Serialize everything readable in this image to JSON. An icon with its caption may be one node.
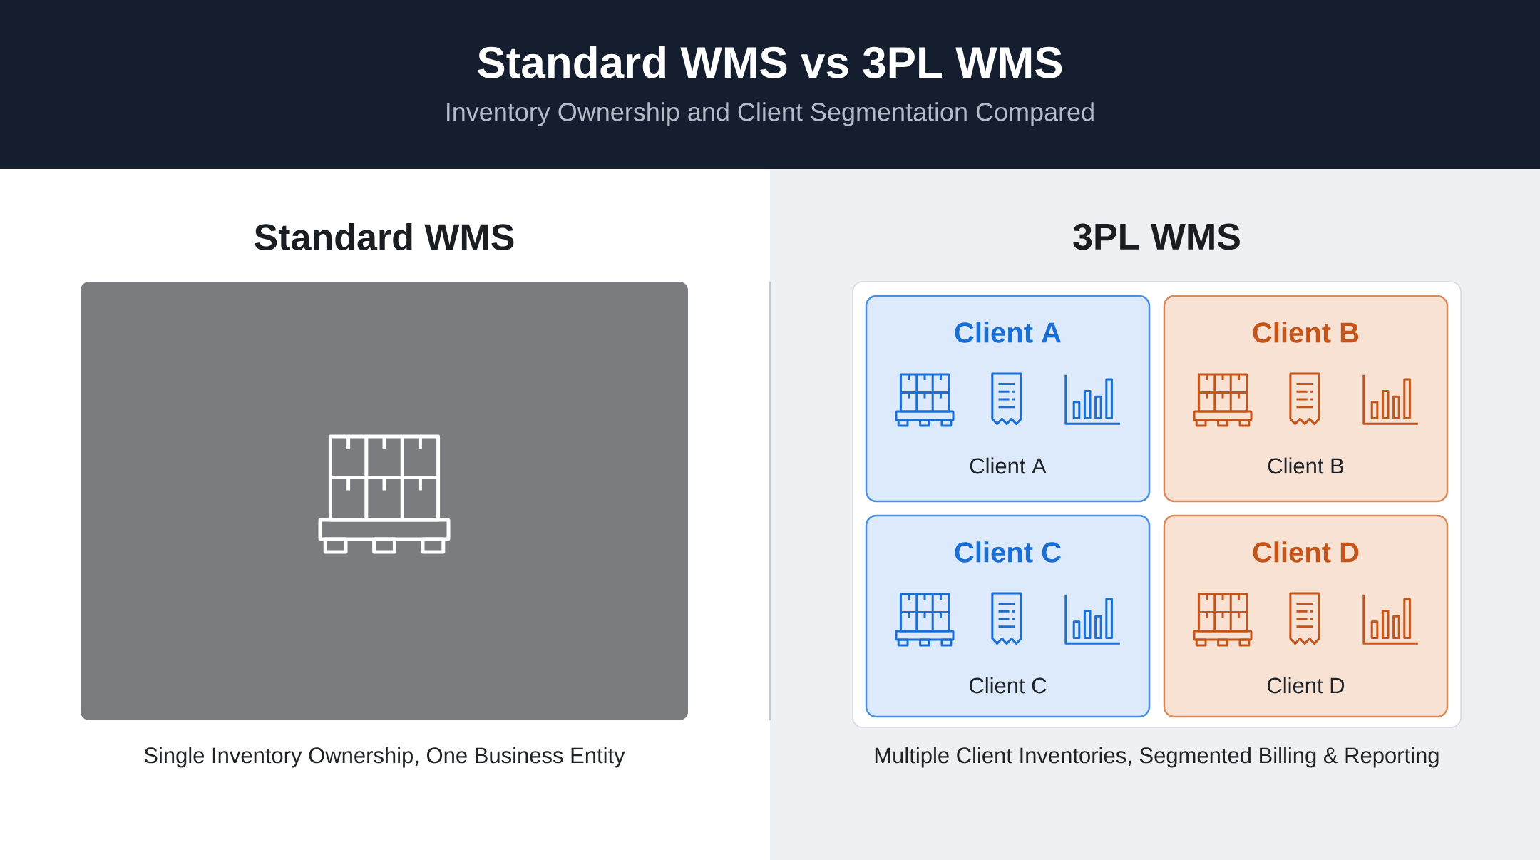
{
  "diagram": {
    "title": "Standard WMS vs 3PL WMS",
    "nodes": [
      {
        "text": [
          "Standard WMS"
        ],
        "beside": [
          "Single Inventory Ownership, One Business Entity"
        ]
      },
      {
        "text": [
          "3PL WMS"
        ],
        "beside": [
          "Multiple Client Inventories, Segmented Billing & Reporting"
        ]
      },
      {
        "text": [
          "Client A",
          "Client A"
        ],
        "in": 1
      },
      {
        "text": [
          "Client B",
          "Client B"
        ],
        "in": 1
      },
      {
        "text": [
          "Client C",
          "Client C"
        ],
        "in": 1
      },
      {
        "text": [
          "Client D",
          "Client D"
        ],
        "in": 1
      }
    ],
    "labels": [
      "Inventory Ownership and Client Segmentation Compared"
    ]
  }
}
